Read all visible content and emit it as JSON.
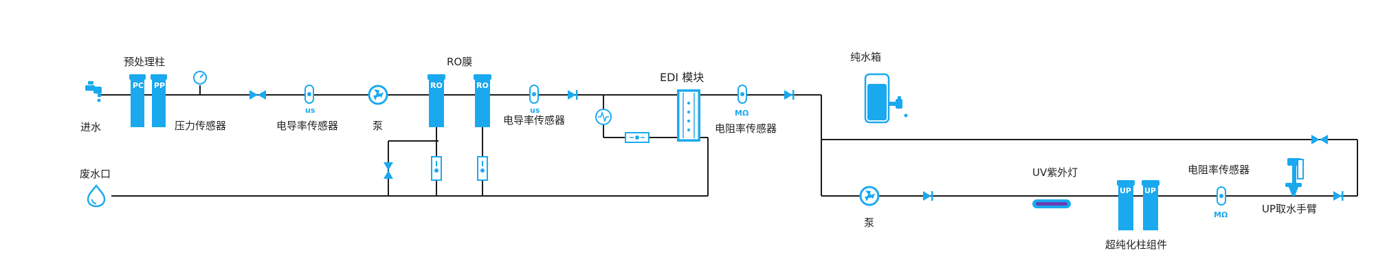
{
  "labels": {
    "inlet": "进水",
    "pretreat": "预处理柱",
    "pressure_sensor": "压力传感器",
    "cond_sensor_1": "电导率传感器",
    "pump_1": "泵",
    "ro_membrane": "RO膜",
    "cond_sensor_2": "电导率传感器",
    "edi_module": "EDI 模块",
    "resist_sensor_1": "电阻率传感器",
    "pure_tank": "纯水箱",
    "waste_outlet": "废水口",
    "pump_2": "泵",
    "uv_lamp": "UV紫外灯",
    "ultrapure_columns": "超纯化柱组件",
    "resist_sensor_2": "电阻率传感器",
    "up_arm": "UP取水手臂"
  },
  "tags": {
    "pc": "PC",
    "pp": "PP",
    "ro_a": "RO",
    "ro_b": "RO",
    "up_a": "UP",
    "up_b": "UP",
    "us_1": "us",
    "us_2": "us",
    "mohm_1": "MΩ",
    "mohm_2": "MΩ"
  },
  "colors": {
    "accent": "#1aa9ee",
    "pipe": "#1a1a1a",
    "uv": "#6a3cb5"
  },
  "icons": [
    "faucet-icon",
    "pressure-gauge-icon",
    "valve-icon",
    "sensor-icon",
    "pump-icon",
    "check-valve-icon",
    "flowmeter-icon",
    "water-drop-icon"
  ]
}
